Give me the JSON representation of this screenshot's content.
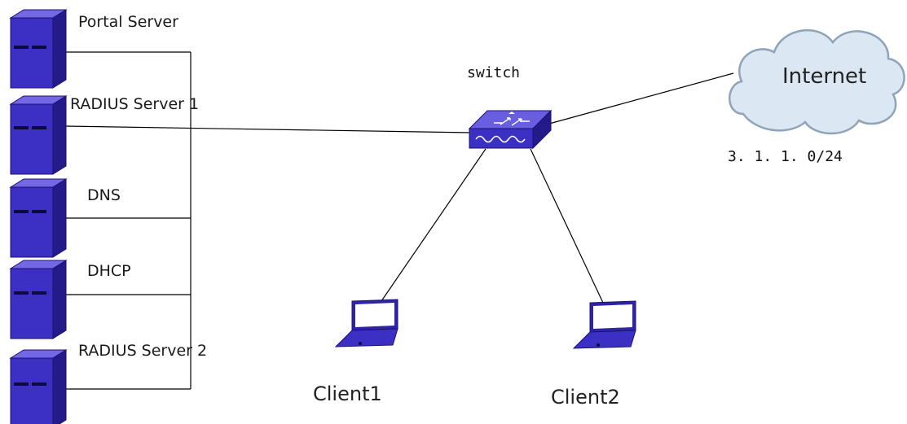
{
  "servers": [
    {
      "id": "portal",
      "label": "Portal Server",
      "icon": "server-icon"
    },
    {
      "id": "radius1",
      "label": "RADIUS Server 1",
      "icon": "server-icon"
    },
    {
      "id": "dns",
      "label": "DNS",
      "icon": "server-icon"
    },
    {
      "id": "dhcp",
      "label": "DHCP",
      "icon": "server-icon"
    },
    {
      "id": "radius2",
      "label": "RADIUS Server 2",
      "icon": "server-icon"
    }
  ],
  "switch": {
    "label": "switch",
    "icon": "switch-icon"
  },
  "internet": {
    "label": "Internet",
    "subnet": "3. 1. 1. 0/24",
    "icon": "cloud-icon"
  },
  "clients": [
    {
      "id": "client1",
      "label": "Client1",
      "icon": "laptop-icon"
    },
    {
      "id": "client2",
      "label": "Client2",
      "icon": "laptop-icon"
    }
  ],
  "colors": {
    "device_front": "#3b2fc4",
    "device_side": "#241a8a",
    "device_top": "#7468e6",
    "cloud_fill": "#dbe7f2",
    "cloud_stroke": "#8fa4b8"
  }
}
